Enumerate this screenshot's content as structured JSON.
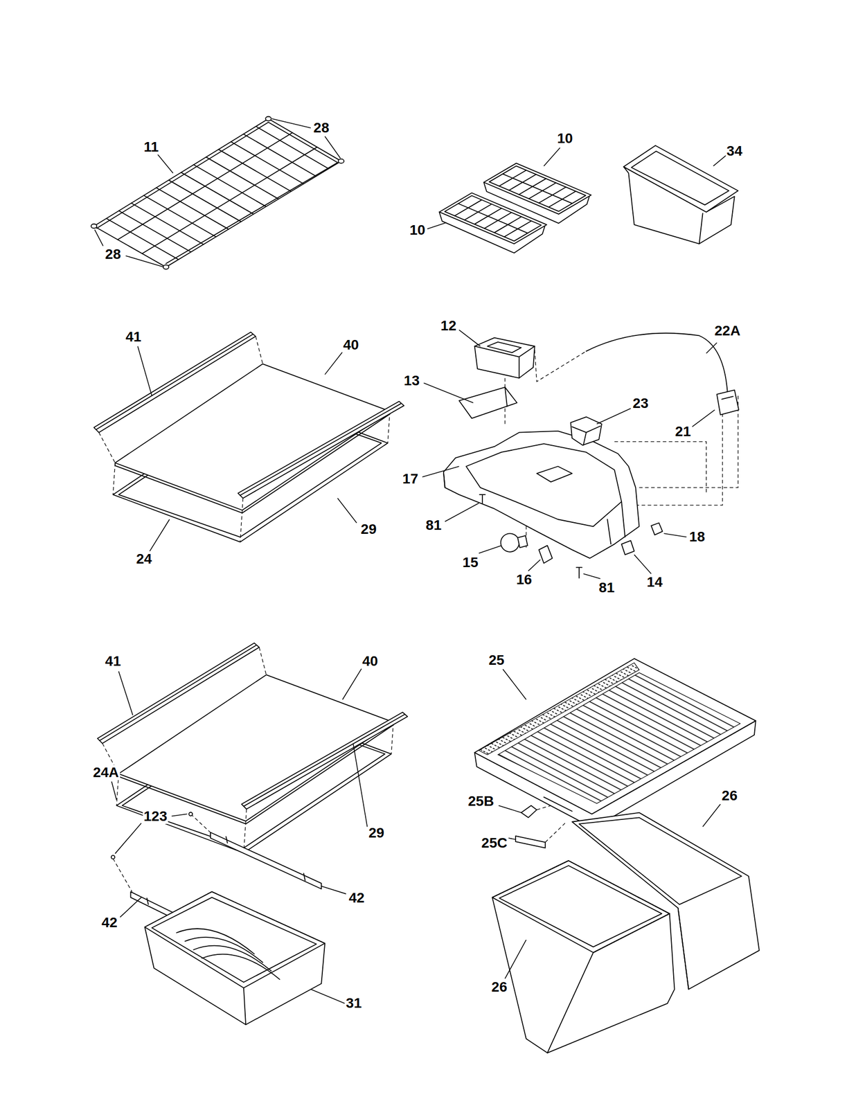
{
  "diagram": {
    "labels": [
      "28",
      "11",
      "10",
      "34",
      "10",
      "28",
      "41",
      "40",
      "12",
      "22A",
      "13",
      "23",
      "21",
      "17",
      "29",
      "81",
      "18",
      "24",
      "15",
      "16",
      "81",
      "14",
      "41",
      "40",
      "25",
      "24A",
      "26",
      "25B",
      "123",
      "29",
      "25C",
      "42",
      "42",
      "31",
      "26"
    ]
  }
}
